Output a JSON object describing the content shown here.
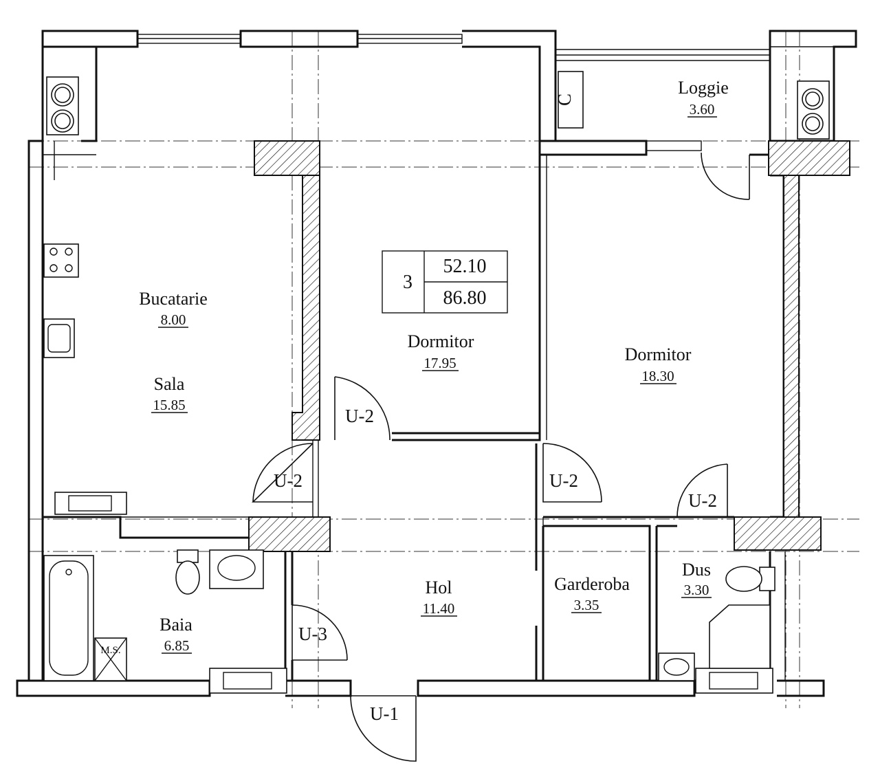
{
  "apartment_summary": {
    "rooms_count": "3",
    "living_area": "52.10",
    "total_area": "86.80"
  },
  "rooms": [
    {
      "id": "loggie",
      "name": "Loggie",
      "area": "3.60"
    },
    {
      "id": "bucatarie",
      "name": "Bucatarie",
      "area": "8.00"
    },
    {
      "id": "sala",
      "name": "Sala",
      "area": "15.85"
    },
    {
      "id": "dormitor-center",
      "name": "Dormitor",
      "area": "17.95"
    },
    {
      "id": "dormitor-right",
      "name": "Dormitor",
      "area": "18.30"
    },
    {
      "id": "hol",
      "name": "Hol",
      "area": "11.40"
    },
    {
      "id": "garderoba",
      "name": "Garderoba",
      "area": "3.35"
    },
    {
      "id": "dus",
      "name": "Dus",
      "area": "3.30"
    },
    {
      "id": "baia",
      "name": "Baia",
      "area": "6.85"
    }
  ],
  "doors": {
    "dormitor_center": "U-2",
    "sala": "U-2",
    "dormitor_right_left": "U-2",
    "dus": "U-2",
    "baia": "U-3",
    "entrance": "U-1"
  },
  "fixtures": {
    "storage_letter": "C",
    "ventilation_shaft": "M.S."
  }
}
